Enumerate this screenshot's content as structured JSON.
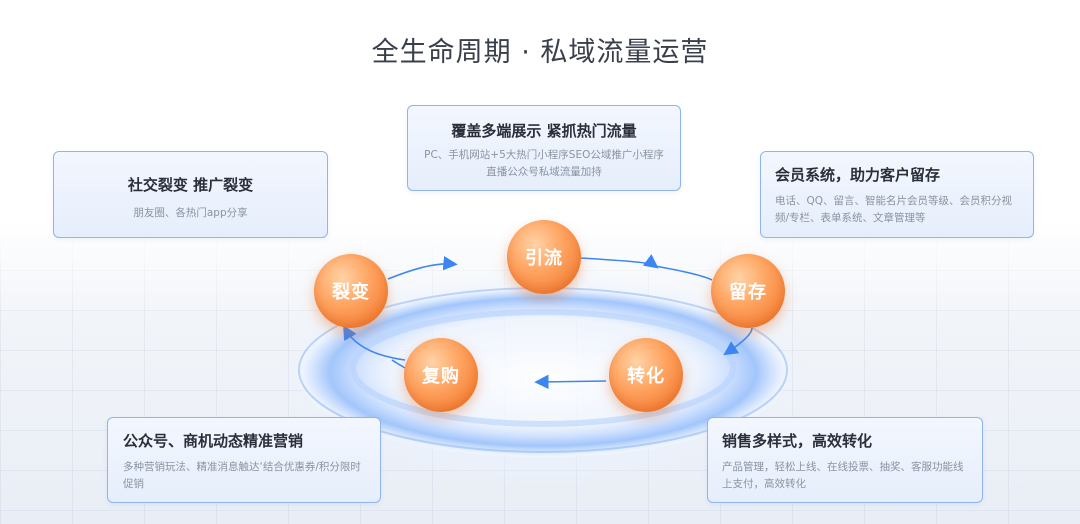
{
  "title": "全生命周期 · 私域流量运营",
  "cards": {
    "traffic": {
      "title": "覆盖多端展示  紧抓热门流量",
      "desc": "PC、手机网站+5大热门小程序SEO公域推广小程序直播公众号私域流量加持"
    },
    "social": {
      "title": "社交裂变 推广裂变",
      "desc": "朋友圈、各热门app分享"
    },
    "member": {
      "title": "会员系统，助力客户留存",
      "desc": "电话、QQ、留言、智能名片会员等级、会员积分视频/专栏、表单系统、文章管理等"
    },
    "marketing": {
      "title": "公众号、商机动态精准营销",
      "desc": "多种营销玩法、精准消息触达‘结合优惠券/积分限时促销"
    },
    "sales": {
      "title": "销售多样式，高效转化",
      "desc": "产品管理，轻松上线、在线投票、抽奖、客服功能线上支付，高效转化"
    }
  },
  "nodes": {
    "yinliu": "引流",
    "liebian": "裂变",
    "liucun": "留存",
    "fugou": "复购",
    "zhuanhua": "转化"
  },
  "colors": {
    "accent_orange": "#f47f35",
    "arrow_blue": "#3d86f2",
    "card_border": "#8fb4ee"
  }
}
